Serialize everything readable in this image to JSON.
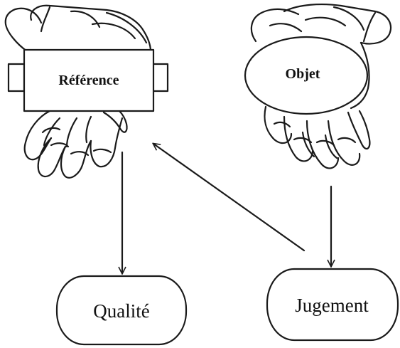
{
  "diagram": {
    "left_hand_label": "Référence",
    "right_hand_label": "Objet",
    "nodes": {
      "quality": "Qualité",
      "judgement": "Jugement"
    }
  }
}
